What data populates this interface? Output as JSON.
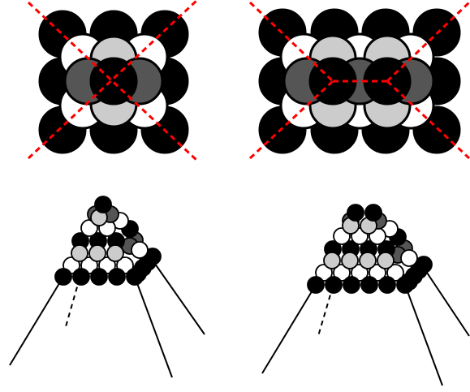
{
  "figure": {
    "panels": [
      {
        "id": "top-left",
        "kind": "top-view",
        "ridge": false
      },
      {
        "id": "top-right",
        "kind": "top-view",
        "ridge": true
      },
      {
        "id": "bottom-left",
        "kind": "pyramid-side-view"
      },
      {
        "id": "bottom-right",
        "kind": "pyramid-side-view"
      }
    ]
  },
  "colors": {
    "black": "#000000",
    "white": "#ffffff",
    "light_gray": "#cccccc",
    "dark_gray": "#555555",
    "guide_red": "#ff0000"
  }
}
